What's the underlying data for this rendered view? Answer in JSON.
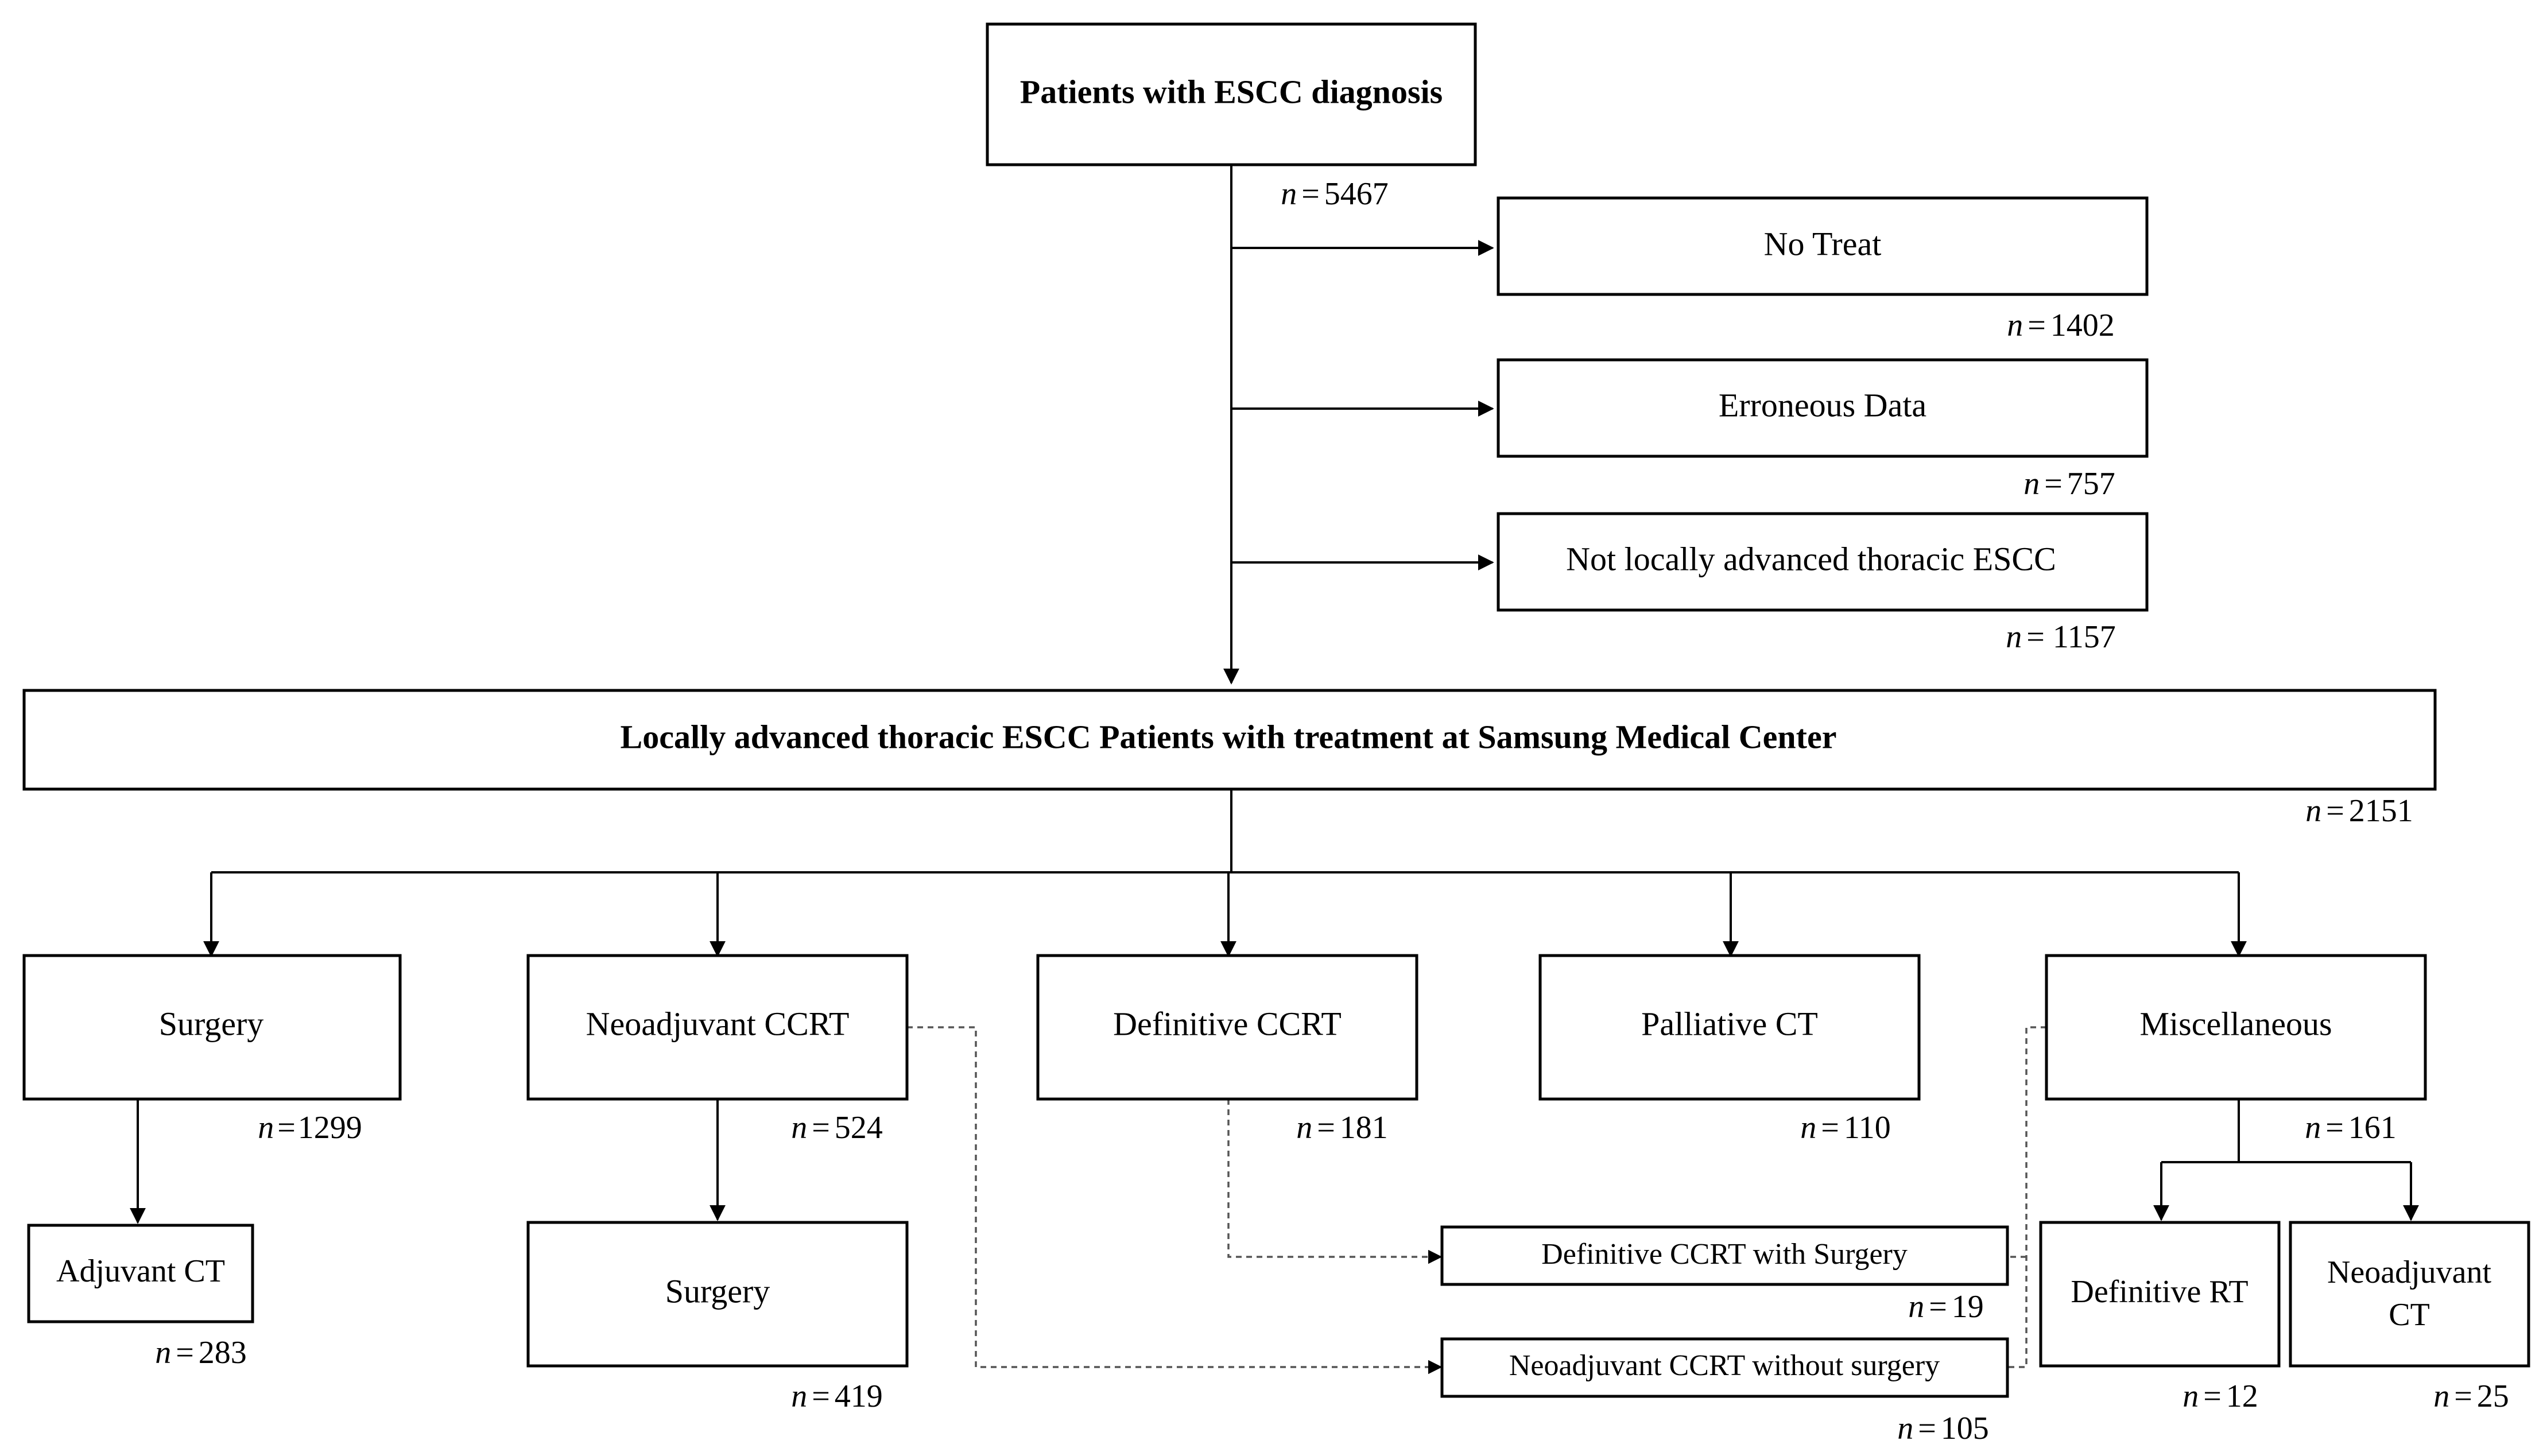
{
  "diagram": {
    "nodes": {
      "escc": {
        "label": "Patients with ESCC diagnosis",
        "count": "5467"
      },
      "no_treat": {
        "label": "No Treat",
        "count": "1402"
      },
      "erroneous": {
        "label": "Erroneous Data",
        "count": "757"
      },
      "not_local": {
        "label": "Not locally advanced thoracic ESCC",
        "count": "1157"
      },
      "local_adv": {
        "label": "Locally advanced thoracic ESCC Patients with treatment at Samsung Medical Center",
        "count": "2151"
      },
      "surgery": {
        "label": "Surgery",
        "count": "1299"
      },
      "neo_ccrt": {
        "label": "Neoadjuvant CCRT",
        "count": "524"
      },
      "def_ccrt": {
        "label": "Definitive CCRT",
        "count": "181"
      },
      "pall_ct": {
        "label": "Palliative CT",
        "count": "110"
      },
      "misc": {
        "label": "Miscellaneous",
        "count": "161"
      },
      "adj_ct": {
        "label": "Adjuvant CT",
        "count": "283"
      },
      "neo_surgery": {
        "label": "Surgery",
        "count": "419"
      },
      "def_ccrt_surg": {
        "label": "Definitive CCRT with Surgery",
        "count": "19"
      },
      "neo_no_surg": {
        "label": "Neoadjuvant CCRT without surgery",
        "count": "105"
      },
      "def_rt": {
        "label": "Definitive RT",
        "count": "12"
      },
      "neo_ct": {
        "label_line1": "Neoadjuvant",
        "label_line2": "CT",
        "count": "25"
      }
    },
    "count_prefix": "n",
    "count_equals": "="
  }
}
